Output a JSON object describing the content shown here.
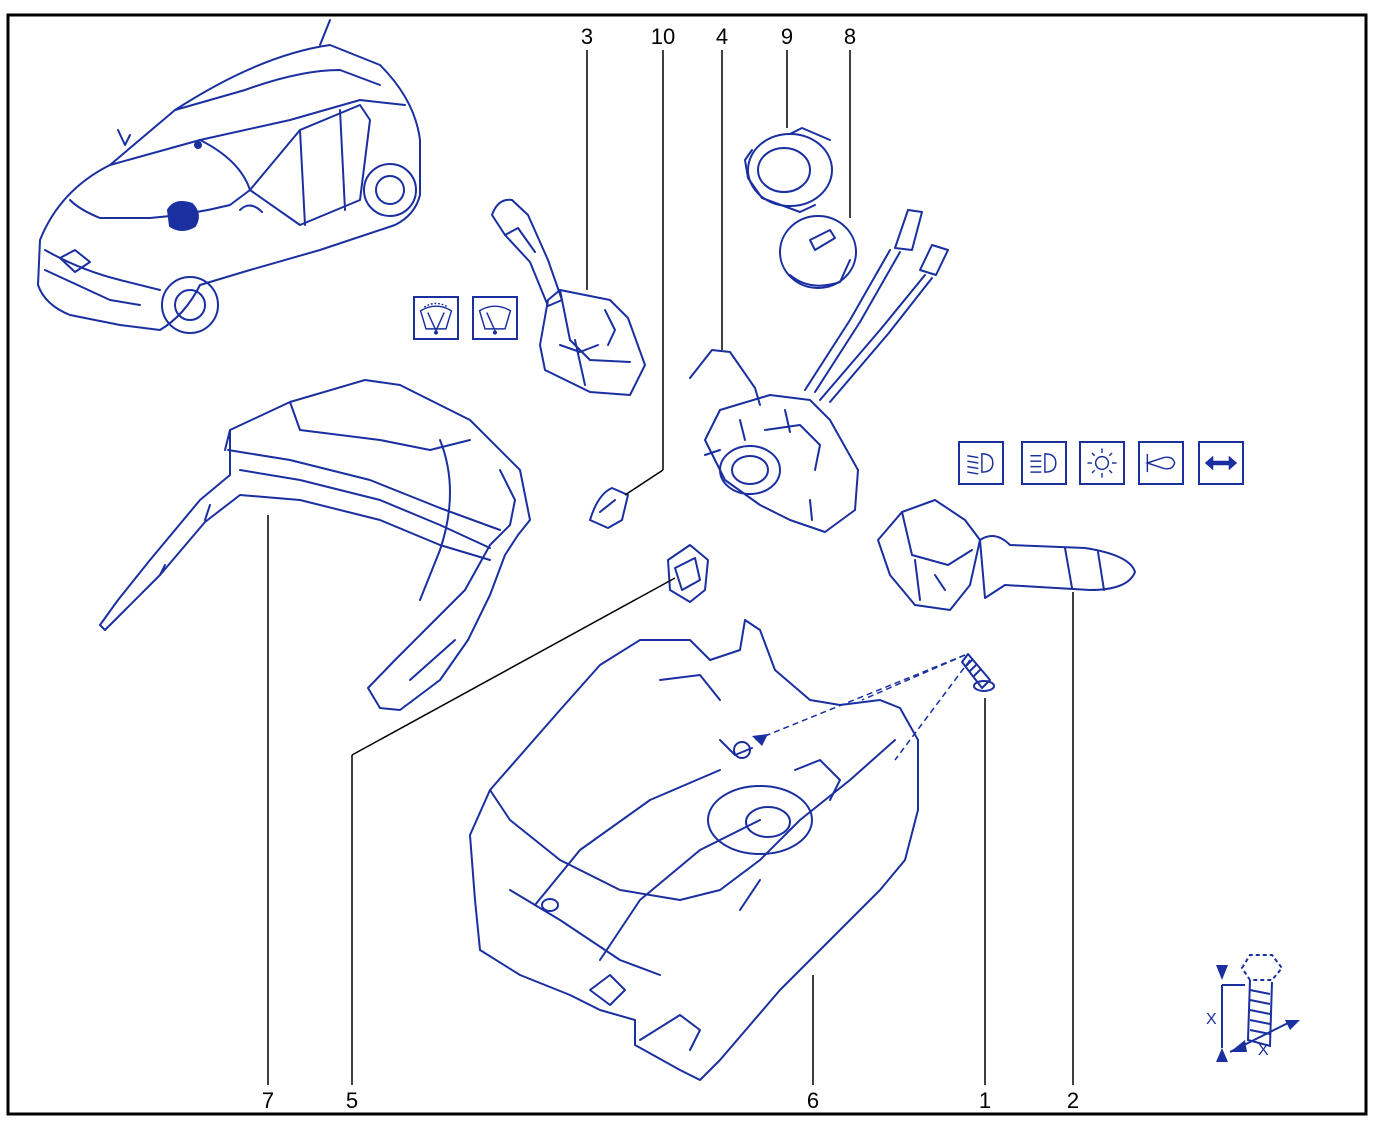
{
  "callouts": [
    {
      "id": "c3",
      "label": "3"
    },
    {
      "id": "c10",
      "label": "10"
    },
    {
      "id": "c4",
      "label": "4"
    },
    {
      "id": "c9",
      "label": "9"
    },
    {
      "id": "c8",
      "label": "8"
    },
    {
      "id": "c7",
      "label": "7"
    },
    {
      "id": "c5",
      "label": "5"
    },
    {
      "id": "c6",
      "label": "6"
    },
    {
      "id": "c1",
      "label": "1"
    },
    {
      "id": "c2",
      "label": "2"
    }
  ],
  "dimension": {
    "x_left": "X",
    "x_bottom": "X"
  },
  "colors": {
    "line": "#1a2fa0",
    "fill": "#ffffff",
    "frame": "#000000",
    "text": "#000000"
  },
  "icons": {
    "wiper": [
      "front-wiper-icon",
      "rear-wiper-icon"
    ],
    "lighting": [
      "low-beam-icon",
      "high-beam-icon",
      "interior-light-icon",
      "horn-icon",
      "turn-signal-icon"
    ]
  }
}
